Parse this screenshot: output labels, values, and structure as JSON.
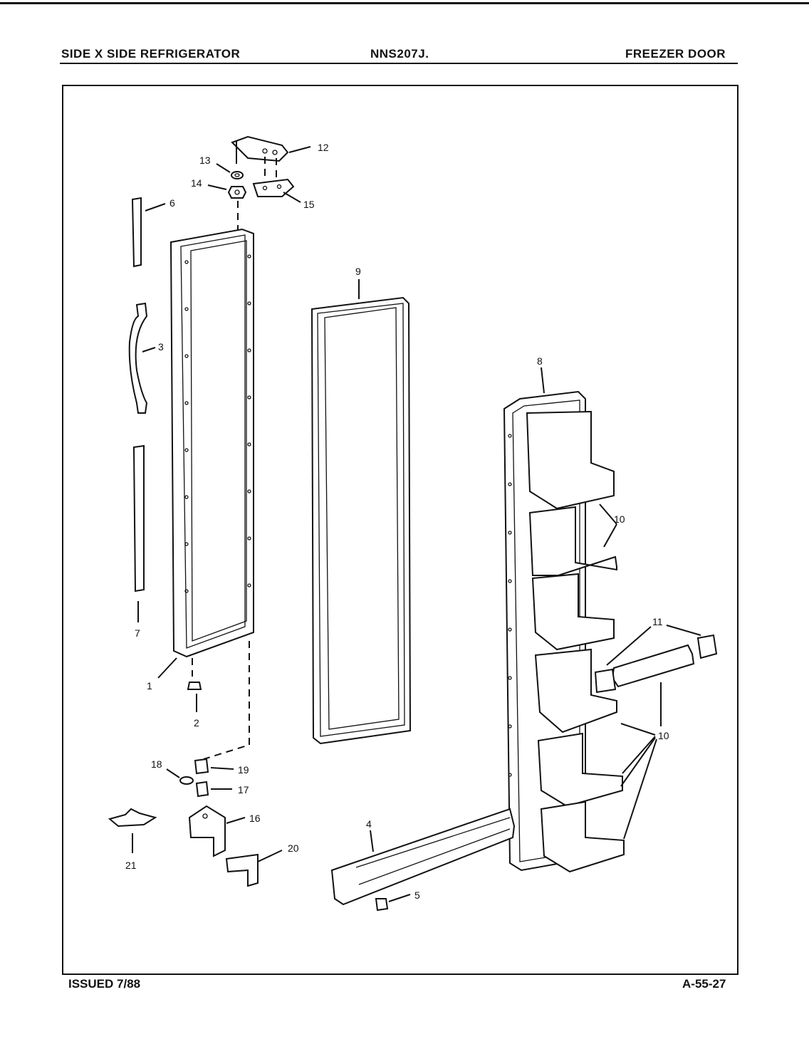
{
  "header": {
    "left": "SIDE X  SIDE REFRIGERATOR",
    "model": "NNS207J.",
    "section": "FREEZER DOOR"
  },
  "footer": {
    "issued": "ISSUED 7/88",
    "page_code": "A-55-27"
  },
  "callouts": {
    "c1": "1",
    "c2": "2",
    "c3": "3",
    "c4": "4",
    "c5": "5",
    "c6": "6",
    "c7": "7",
    "c8": "8",
    "c9": "9",
    "c10a": "10",
    "c10b": "10",
    "c11": "11",
    "c12": "12",
    "c13": "13",
    "c14": "14",
    "c15": "15",
    "c16": "16",
    "c17": "17",
    "c18": "18",
    "c19": "19",
    "c20": "20",
    "c21": "21"
  }
}
